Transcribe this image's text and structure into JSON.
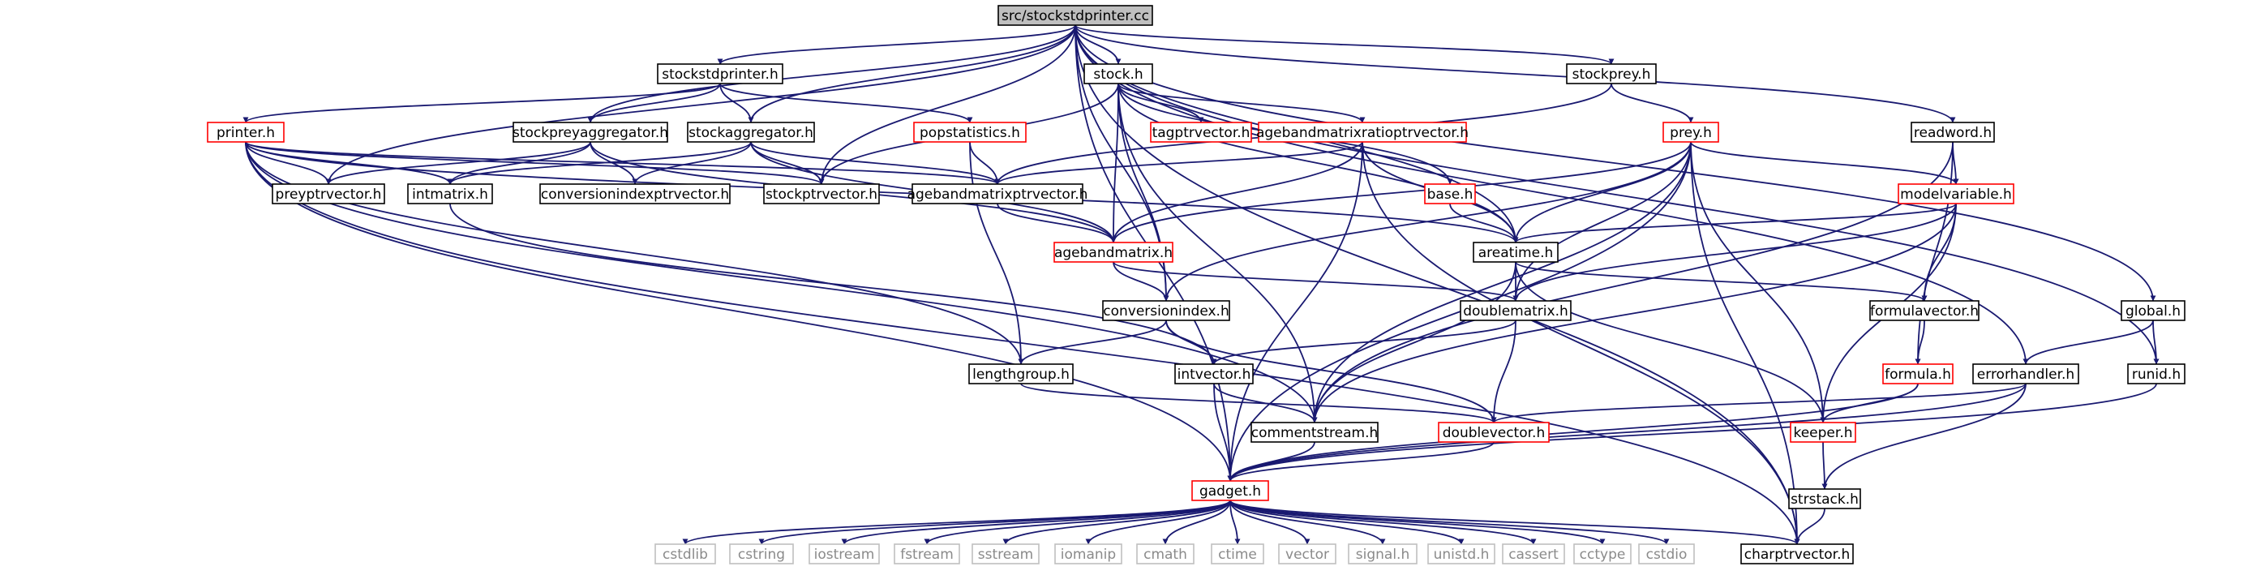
{
  "colors": {
    "edge": "#191970",
    "node_normal_border": "#000000",
    "node_partial_border": "#ff0000",
    "node_system_border": "#bfbfbf",
    "node_root_fill": "#bfbfbf",
    "node_fill": "#ffffff",
    "system_text": "#8a8a8a"
  },
  "nodes": [
    {
      "id": "stockstdprinter.cc",
      "label": "src/stockstdprinter.cc",
      "kind": "root"
    },
    {
      "id": "stockstdprinter.h",
      "label": "stockstdprinter.h",
      "kind": "normal"
    },
    {
      "id": "stock.h",
      "label": "stock.h",
      "kind": "normal"
    },
    {
      "id": "stockprey.h",
      "label": "stockprey.h",
      "kind": "normal"
    },
    {
      "id": "printer.h",
      "label": "printer.h",
      "kind": "partial"
    },
    {
      "id": "stockpreyaggregator.h",
      "label": "stockpreyaggregator.h",
      "kind": "normal"
    },
    {
      "id": "stockaggregator.h",
      "label": "stockaggregator.h",
      "kind": "normal"
    },
    {
      "id": "popstatistics.h",
      "label": "popstatistics.h",
      "kind": "partial"
    },
    {
      "id": "tagptrvector.h",
      "label": "tagptrvector.h",
      "kind": "partial"
    },
    {
      "id": "agebandmatrixratioptrvector.h",
      "label": "agebandmatrixratioptrvector.h",
      "kind": "partial"
    },
    {
      "id": "prey.h",
      "label": "prey.h",
      "kind": "partial"
    },
    {
      "id": "readword.h",
      "label": "readword.h",
      "kind": "normal"
    },
    {
      "id": "preyptrvector.h",
      "label": "preyptrvector.h",
      "kind": "normal"
    },
    {
      "id": "intmatrix.h",
      "label": "intmatrix.h",
      "kind": "normal"
    },
    {
      "id": "conversionindexptrvector.h",
      "label": "conversionindexptrvector.h",
      "kind": "normal"
    },
    {
      "id": "stockptrvector.h",
      "label": "stockptrvector.h",
      "kind": "normal"
    },
    {
      "id": "agebandmatrixptrvector.h",
      "label": "agebandmatrixptrvector.h",
      "kind": "normal"
    },
    {
      "id": "base.h",
      "label": "base.h",
      "kind": "partial"
    },
    {
      "id": "modelvariable.h",
      "label": "modelvariable.h",
      "kind": "partial"
    },
    {
      "id": "agebandmatrix.h",
      "label": "agebandmatrix.h",
      "kind": "partial"
    },
    {
      "id": "areatime.h",
      "label": "areatime.h",
      "kind": "normal"
    },
    {
      "id": "conversionindex.h",
      "label": "conversionindex.h",
      "kind": "normal"
    },
    {
      "id": "doublematrix.h",
      "label": "doublematrix.h",
      "kind": "normal"
    },
    {
      "id": "formulavector.h",
      "label": "formulavector.h",
      "kind": "normal"
    },
    {
      "id": "global.h",
      "label": "global.h",
      "kind": "normal"
    },
    {
      "id": "lengthgroup.h",
      "label": "lengthgroup.h",
      "kind": "normal"
    },
    {
      "id": "intvector.h",
      "label": "intvector.h",
      "kind": "normal"
    },
    {
      "id": "formula.h",
      "label": "formula.h",
      "kind": "partial"
    },
    {
      "id": "errorhandler.h",
      "label": "errorhandler.h",
      "kind": "normal"
    },
    {
      "id": "runid.h",
      "label": "runid.h",
      "kind": "normal"
    },
    {
      "id": "commentstream.h",
      "label": "commentstream.h",
      "kind": "normal"
    },
    {
      "id": "doublevector.h",
      "label": "doublevector.h",
      "kind": "partial"
    },
    {
      "id": "keeper.h",
      "label": "keeper.h",
      "kind": "partial"
    },
    {
      "id": "gadget.h",
      "label": "gadget.h",
      "kind": "partial"
    },
    {
      "id": "strstack.h",
      "label": "strstack.h",
      "kind": "normal"
    },
    {
      "id": "charptrvector.h",
      "label": "charptrvector.h",
      "kind": "normal"
    },
    {
      "id": "cstdlib",
      "label": "cstdlib",
      "kind": "system"
    },
    {
      "id": "cstring",
      "label": "cstring",
      "kind": "system"
    },
    {
      "id": "iostream",
      "label": "iostream",
      "kind": "system"
    },
    {
      "id": "fstream",
      "label": "fstream",
      "kind": "system"
    },
    {
      "id": "sstream",
      "label": "sstream",
      "kind": "system"
    },
    {
      "id": "iomanip",
      "label": "iomanip",
      "kind": "system"
    },
    {
      "id": "cmath",
      "label": "cmath",
      "kind": "system"
    },
    {
      "id": "ctime",
      "label": "ctime",
      "kind": "system"
    },
    {
      "id": "vector",
      "label": "vector",
      "kind": "system"
    },
    {
      "id": "signal.h",
      "label": "signal.h",
      "kind": "system"
    },
    {
      "id": "unistd.h",
      "label": "unistd.h",
      "kind": "system"
    },
    {
      "id": "cassert",
      "label": "cassert",
      "kind": "system"
    },
    {
      "id": "cctype",
      "label": "cctype",
      "kind": "system"
    },
    {
      "id": "cstdio",
      "label": "cstdio",
      "kind": "system"
    }
  ],
  "edges": [
    [
      "stockstdprinter.cc",
      "stockstdprinter.h"
    ],
    [
      "stockstdprinter.cc",
      "stock.h"
    ],
    [
      "stockstdprinter.cc",
      "stockprey.h"
    ],
    [
      "stockstdprinter.cc",
      "stockpreyaggregator.h"
    ],
    [
      "stockstdprinter.cc",
      "stockaggregator.h"
    ],
    [
      "stockstdprinter.cc",
      "preyptrvector.h"
    ],
    [
      "stockstdprinter.cc",
      "stockptrvector.h"
    ],
    [
      "stockstdprinter.cc",
      "conversionindex.h"
    ],
    [
      "stockstdprinter.cc",
      "areatime.h"
    ],
    [
      "stockstdprinter.cc",
      "readword.h"
    ],
    [
      "stockstdprinter.cc",
      "errorhandler.h"
    ],
    [
      "stockstdprinter.cc",
      "global.h"
    ],
    [
      "stockstdprinter.cc",
      "runid.h"
    ],
    [
      "stockstdprinter.cc",
      "gadget.h"
    ],
    [
      "stockstdprinter.cc",
      "charptrvector.h"
    ],
    [
      "stockstdprinter.h",
      "printer.h"
    ],
    [
      "stockstdprinter.h",
      "stockpreyaggregator.h"
    ],
    [
      "stockstdprinter.h",
      "stockaggregator.h"
    ],
    [
      "stockstdprinter.h",
      "popstatistics.h"
    ],
    [
      "stock.h",
      "stockptrvector.h"
    ],
    [
      "stock.h",
      "tagptrvector.h"
    ],
    [
      "stock.h",
      "agebandmatrixratioptrvector.h"
    ],
    [
      "stock.h",
      "base.h"
    ],
    [
      "stock.h",
      "agebandmatrix.h"
    ],
    [
      "stock.h",
      "areatime.h"
    ],
    [
      "stock.h",
      "conversionindex.h"
    ],
    [
      "stock.h",
      "commentstream.h"
    ],
    [
      "stockprey.h",
      "prey.h"
    ],
    [
      "stockprey.h",
      "agebandmatrixptrvector.h"
    ],
    [
      "printer.h",
      "preyptrvector.h"
    ],
    [
      "printer.h",
      "intmatrix.h"
    ],
    [
      "printer.h",
      "stockptrvector.h"
    ],
    [
      "printer.h",
      "agebandmatrixptrvector.h"
    ],
    [
      "printer.h",
      "areatime.h"
    ],
    [
      "printer.h",
      "lengthgroup.h"
    ],
    [
      "printer.h",
      "commentstream.h"
    ],
    [
      "printer.h",
      "gadget.h"
    ],
    [
      "printer.h",
      "charptrvector.h"
    ],
    [
      "stockpreyaggregator.h",
      "preyptrvector.h"
    ],
    [
      "stockpreyaggregator.h",
      "intmatrix.h"
    ],
    [
      "stockpreyaggregator.h",
      "conversionindexptrvector.h"
    ],
    [
      "stockpreyaggregator.h",
      "agebandmatrix.h"
    ],
    [
      "stockaggregator.h",
      "intmatrix.h"
    ],
    [
      "stockaggregator.h",
      "conversionindexptrvector.h"
    ],
    [
      "stockaggregator.h",
      "stockptrvector.h"
    ],
    [
      "stockaggregator.h",
      "agebandmatrixptrvector.h"
    ],
    [
      "stockaggregator.h",
      "agebandmatrix.h"
    ],
    [
      "popstatistics.h",
      "agebandmatrixptrvector.h"
    ],
    [
      "popstatistics.h",
      "lengthgroup.h"
    ],
    [
      "agebandmatrixratioptrvector.h",
      "agebandmatrixptrvector.h"
    ],
    [
      "agebandmatrixratioptrvector.h",
      "agebandmatrix.h"
    ],
    [
      "agebandmatrixratioptrvector.h",
      "areatime.h"
    ],
    [
      "agebandmatrixratioptrvector.h",
      "gadget.h"
    ],
    [
      "agebandmatrixratioptrvector.h",
      "charptrvector.h"
    ],
    [
      "prey.h",
      "agebandmatrix.h"
    ],
    [
      "prey.h",
      "areatime.h"
    ],
    [
      "prey.h",
      "modelvariable.h"
    ],
    [
      "prey.h",
      "doublematrix.h"
    ],
    [
      "prey.h",
      "conversionindex.h"
    ],
    [
      "prey.h",
      "commentstream.h"
    ],
    [
      "prey.h",
      "keeper.h"
    ],
    [
      "prey.h",
      "gadget.h"
    ],
    [
      "prey.h",
      "charptrvector.h"
    ],
    [
      "readword.h",
      "modelvariable.h"
    ],
    [
      "readword.h",
      "commentstream.h"
    ],
    [
      "readword.h",
      "formula.h"
    ],
    [
      "agebandmatrixptrvector.h",
      "agebandmatrix.h"
    ],
    [
      "base.h",
      "areatime.h"
    ],
    [
      "modelvariable.h",
      "areatime.h"
    ],
    [
      "modelvariable.h",
      "doublematrix.h"
    ],
    [
      "modelvariable.h",
      "formulavector.h"
    ],
    [
      "modelvariable.h",
      "keeper.h"
    ],
    [
      "modelvariable.h",
      "commentstream.h"
    ],
    [
      "agebandmatrix.h",
      "conversionindex.h"
    ],
    [
      "agebandmatrix.h",
      "doublematrix.h"
    ],
    [
      "areatime.h",
      "doublematrix.h"
    ],
    [
      "areatime.h",
      "formulavector.h"
    ],
    [
      "areatime.h",
      "commentstream.h"
    ],
    [
      "areatime.h",
      "keeper.h"
    ],
    [
      "intmatrix.h",
      "intvector.h"
    ],
    [
      "conversionindex.h",
      "lengthgroup.h"
    ],
    [
      "conversionindex.h",
      "intvector.h"
    ],
    [
      "conversionindex.h",
      "doublevector.h"
    ],
    [
      "doublematrix.h",
      "intvector.h"
    ],
    [
      "doublematrix.h",
      "doublevector.h"
    ],
    [
      "formulavector.h",
      "formula.h"
    ],
    [
      "global.h",
      "errorhandler.h"
    ],
    [
      "global.h",
      "runid.h"
    ],
    [
      "lengthgroup.h",
      "doublevector.h"
    ],
    [
      "intvector.h",
      "commentstream.h"
    ],
    [
      "intvector.h",
      "gadget.h"
    ],
    [
      "formula.h",
      "keeper.h"
    ],
    [
      "formula.h",
      "gadget.h"
    ],
    [
      "errorhandler.h",
      "doublevector.h"
    ],
    [
      "errorhandler.h",
      "gadget.h"
    ],
    [
      "errorhandler.h",
      "strstack.h"
    ],
    [
      "runid.h",
      "gadget.h"
    ],
    [
      "commentstream.h",
      "gadget.h"
    ],
    [
      "doublevector.h",
      "gadget.h"
    ],
    [
      "keeper.h",
      "strstack.h"
    ],
    [
      "strstack.h",
      "charptrvector.h"
    ],
    [
      "gadget.h",
      "cstdlib"
    ],
    [
      "gadget.h",
      "cstring"
    ],
    [
      "gadget.h",
      "iostream"
    ],
    [
      "gadget.h",
      "fstream"
    ],
    [
      "gadget.h",
      "sstream"
    ],
    [
      "gadget.h",
      "iomanip"
    ],
    [
      "gadget.h",
      "cmath"
    ],
    [
      "gadget.h",
      "ctime"
    ],
    [
      "gadget.h",
      "vector"
    ],
    [
      "gadget.h",
      "signal.h"
    ],
    [
      "gadget.h",
      "unistd.h"
    ],
    [
      "gadget.h",
      "cassert"
    ],
    [
      "gadget.h",
      "cctype"
    ],
    [
      "gadget.h",
      "cstdio"
    ],
    [
      "gadget.h",
      "charptrvector.h"
    ]
  ]
}
